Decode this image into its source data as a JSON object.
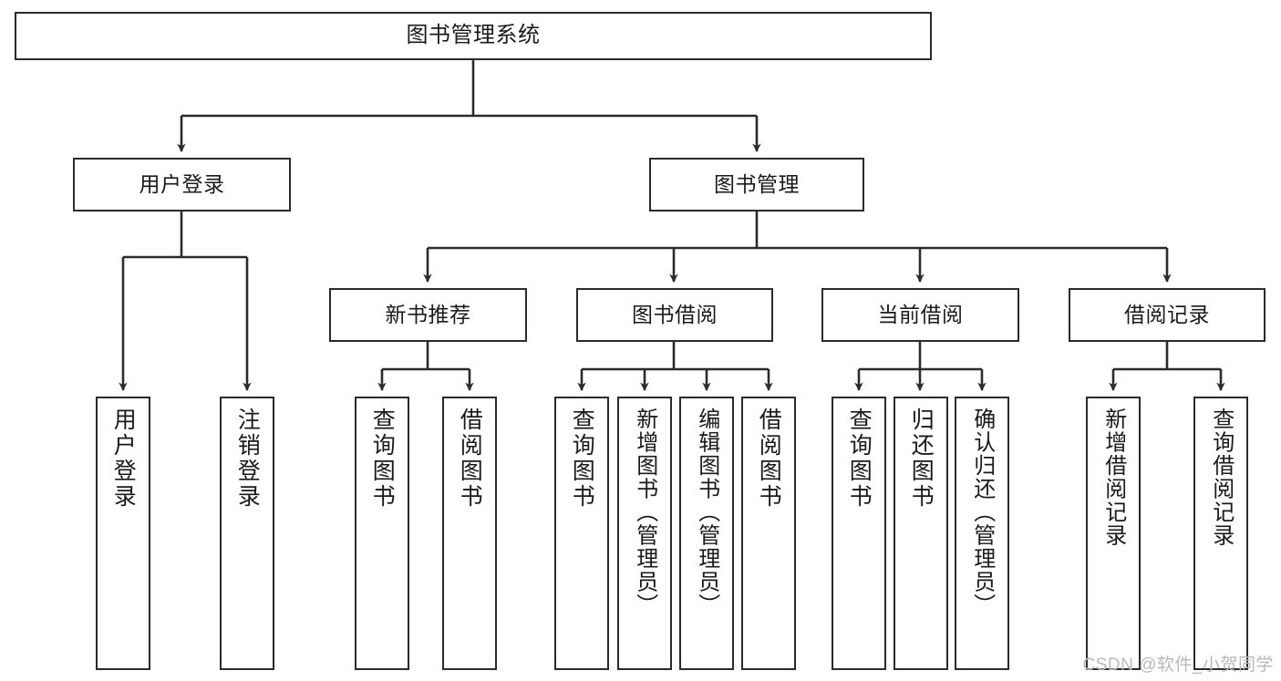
{
  "diagram": {
    "type": "tree-hierarchy",
    "title": "图书管理系统",
    "watermark": "CSDN @软件_小贺同学",
    "colors": {
      "stroke": "#2b2b2b",
      "fill": "#ffffff",
      "text": "#1a1a1a",
      "watermark": "#b9b9b9"
    },
    "nodes": {
      "root": {
        "label": "图书管理系统"
      },
      "level1": [
        {
          "id": "user-login",
          "label": "用户登录"
        },
        {
          "id": "book-management",
          "label": "图书管理"
        }
      ],
      "level2": [
        {
          "id": "new-book-recommend",
          "label": "新书推荐"
        },
        {
          "id": "book-borrow",
          "label": "图书借阅"
        },
        {
          "id": "current-borrow",
          "label": "当前借阅"
        },
        {
          "id": "borrow-record",
          "label": "借阅记录"
        }
      ],
      "leaves": {
        "user-login": [
          {
            "id": "leaf-user-login",
            "label": "用户登录"
          },
          {
            "id": "leaf-logout",
            "label": "注销登录"
          }
        ],
        "new-book-recommend": [
          {
            "id": "leaf-query-book-1",
            "label": "查询图书"
          },
          {
            "id": "leaf-borrow-book-1",
            "label": "借阅图书"
          }
        ],
        "book-borrow": [
          {
            "id": "leaf-query-book-2",
            "label": "查询图书"
          },
          {
            "id": "leaf-add-book",
            "label": "新增图书（管理员）"
          },
          {
            "id": "leaf-edit-book",
            "label": "编辑图书（管理员）"
          },
          {
            "id": "leaf-borrow-book-2",
            "label": "借阅图书"
          }
        ],
        "current-borrow": [
          {
            "id": "leaf-query-book-3",
            "label": "查询图书"
          },
          {
            "id": "leaf-return-book",
            "label": "归还图书"
          },
          {
            "id": "leaf-confirm-return",
            "label": "确认归还（管理员）"
          }
        ],
        "borrow-record": [
          {
            "id": "leaf-add-record",
            "label": "新增借阅记录"
          },
          {
            "id": "leaf-query-record",
            "label": "查询借阅记录"
          }
        ]
      }
    }
  }
}
